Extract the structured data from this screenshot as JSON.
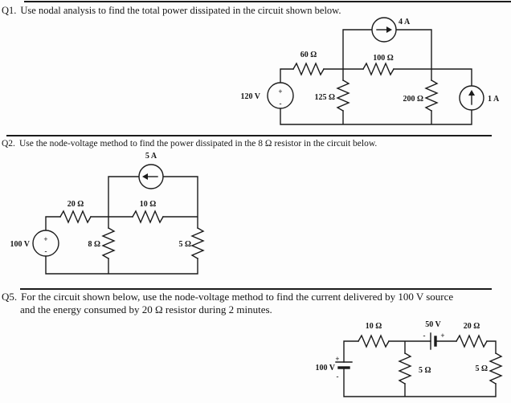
{
  "questions": {
    "q1": {
      "number": "Q1.",
      "text": "Use nodal analysis to find the total power dissipated in the circuit shown below.",
      "circuit": {
        "current_source_top": "4 A",
        "resistor_60": "60 Ω",
        "resistor_100": "100 Ω",
        "voltage_source": "120 V",
        "resistor_125": "125 Ω",
        "resistor_200": "200 Ω",
        "current_source_right": "1 A",
        "plus": "+",
        "minus": "-"
      }
    },
    "q2": {
      "number": "Q2.",
      "text": "Use the node-voltage method to find the power dissipated in the 8 Ω resistor in the circuit below.",
      "circuit": {
        "current_source_top": "5 A",
        "resistor_20": "20 Ω",
        "resistor_10": "10 Ω",
        "voltage_source": "100 V",
        "resistor_8": "8 Ω",
        "resistor_5": "5 Ω",
        "plus": "+",
        "minus": "-"
      }
    },
    "q5": {
      "number": "Q5.",
      "text_line1": "For the circuit shown below, use the node-voltage method to find the current delivered by 100 V source",
      "text_line2": "and the energy consumed by 20 Ω resistor during 2 minutes.",
      "circuit": {
        "battery_left": "100 V",
        "resistor_10": "10 Ω",
        "battery_mid": "50 V",
        "resistor_20": "20 Ω",
        "resistor_5_mid": "5 Ω",
        "resistor_5_right": "5 Ω",
        "plus": "+",
        "minus": "-"
      }
    }
  }
}
